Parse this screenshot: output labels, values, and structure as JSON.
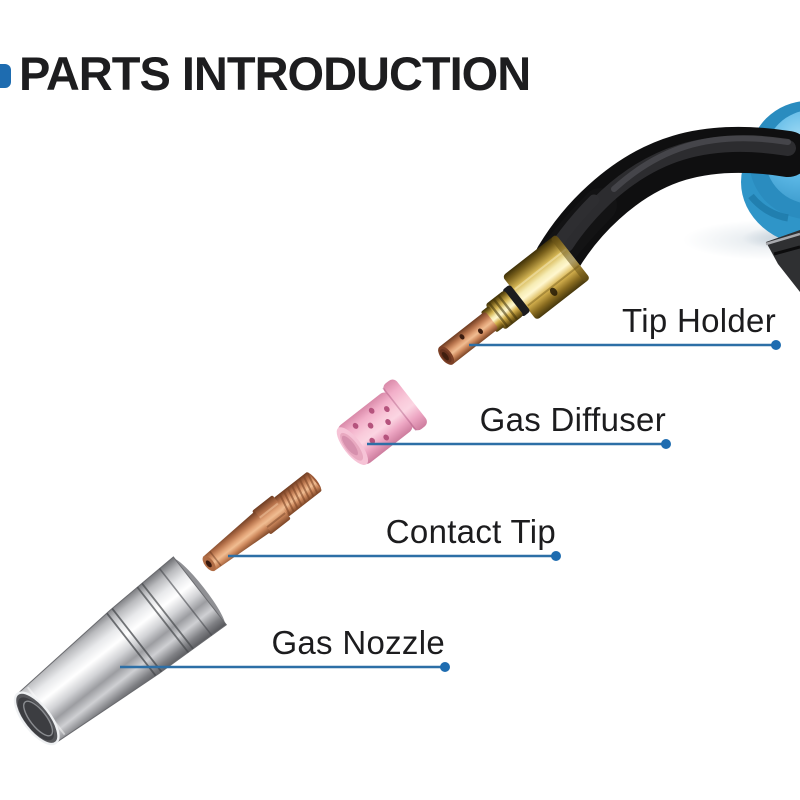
{
  "title": "PARTS INTRODUCTION",
  "parts": [
    {
      "id": "tip-holder",
      "label": "Tip Holder"
    },
    {
      "id": "gas-diffuser",
      "label": "Gas Diffuser"
    },
    {
      "id": "contact-tip",
      "label": "Contact Tip"
    },
    {
      "id": "gas-nozzle",
      "label": "Gas Nozzle"
    }
  ],
  "colors": {
    "background": "#ffffff",
    "accent_blue": "#1e6cb0",
    "leader_line_blue": "#2d6fa6",
    "title_text": "#1d1d1f",
    "label_text": "#1c1c1e",
    "torch_handle_blue": "#3ba1d6",
    "torch_neck_black": "#141415",
    "tip_holder_brass": "#d6b755",
    "tip_holder_copper": "#c98757",
    "gas_diffuser_pink": "#f2afc9",
    "contact_tip_copper": "#c5825a",
    "gas_nozzle_chrome": "#c9cacd"
  }
}
